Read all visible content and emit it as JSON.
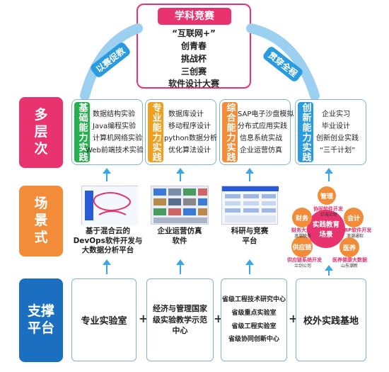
{
  "competition": {
    "title": "学科竞赛",
    "items": [
      "“互联网+”",
      "创青春",
      "挑战杯",
      "三创赛",
      "软件设计大赛"
    ],
    "left_arc": "以赛促教",
    "right_arc": "贯穿全程"
  },
  "side_labels": {
    "levels": "多层次",
    "scenes": "场景式",
    "support": "支撑平台"
  },
  "colors": {
    "levels": "#e8336f",
    "scenes": "#f28c38",
    "support": "#1a6fc0",
    "basic": "#27b050",
    "professional": "#f0a020",
    "comprehensive": "#f28c38",
    "innovation": "#2b9be0"
  },
  "levels": [
    {
      "tag": "基础能力实践",
      "items": [
        "数据结构实验",
        "Java编程实验",
        "计算机网络实验",
        "Web前端技术实验"
      ]
    },
    {
      "tag": "专业能力实践",
      "items": [
        "数据库设计",
        "移动程序设计",
        "python数据分析",
        "优化算法设计"
      ]
    },
    {
      "tag": "综合能力实践",
      "items": [
        "SAP电子沙盘模拟",
        "分布式应用实践",
        "信息系统实战",
        "企业运营仿真"
      ]
    },
    {
      "tag": "创新能力实践",
      "items": [
        "企业实习",
        "毕业设计",
        "创新创业实践",
        "“三千计划”"
      ]
    }
  ],
  "scenes": [
    {
      "label": "基于混合云的\nDevOps软件开发与\n大数据分析平台"
    },
    {
      "label": "企业运营仿真\n软件"
    },
    {
      "label": "科研与竞赛\n平台"
    }
  ],
  "practice_center": {
    "center": "实践教育\n场景",
    "nodes": [
      {
        "name": "管理",
        "sub": "协同软件开发",
        "org": "亿海兰特"
      },
      {
        "name": "会计",
        "sub": "ERP软件开发",
        "org": "浪潮通软"
      },
      {
        "name": "医养",
        "sub": "医养健康大数据",
        "org": "山东潮新"
      },
      {
        "name": "供应链",
        "sub": "供应链系统开发",
        "org": "兰剑公司"
      },
      {
        "name": "财务",
        "sub": "财务大数据",
        "org": "浪潮税务"
      }
    ]
  },
  "support": {
    "boxes": [
      {
        "text": "专业实验室"
      },
      {
        "text": "经济与管理国家\n级实验教学示范\n中心"
      },
      {
        "lines": [
          "省级工程技术研究中心",
          "省级重点实验室",
          "省级工程实验室",
          "省级协同创新中心"
        ]
      },
      {
        "text": "校外实践基地"
      }
    ],
    "plus": "+"
  }
}
